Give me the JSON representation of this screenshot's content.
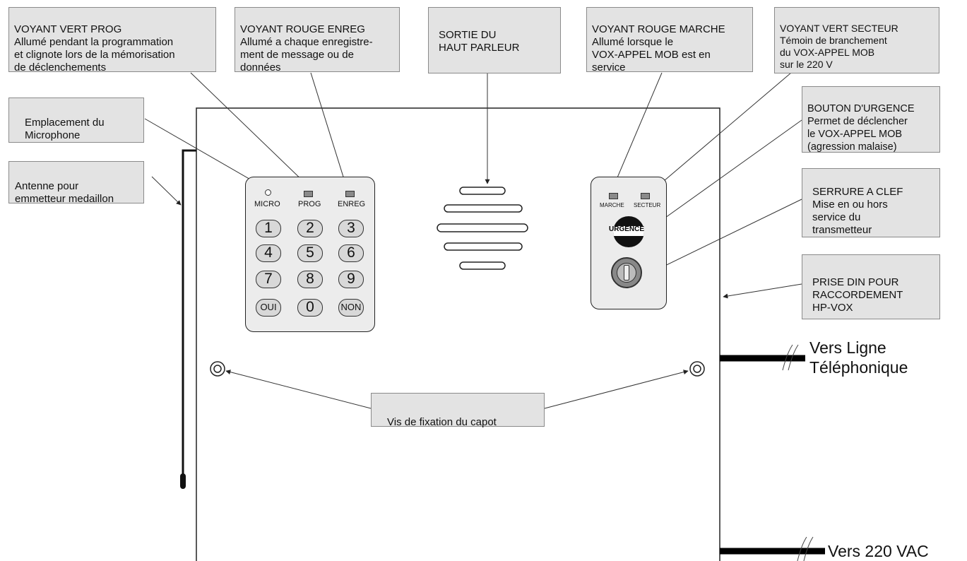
{
  "labels": {
    "voyant_vert_prog": {
      "title": "VOYANT VERT PROG",
      "text": "Allumé pendant la programmation\n et clignote lors de la mémorisation\nde déclenchements"
    },
    "voyant_rouge_enreg": {
      "title": "VOYANT ROUGE ENREG",
      "text": "Allumé a chaque enregistre-\nment de message ou de\ndonnées"
    },
    "sortie_hp": {
      "title": "SORTIE DU\nHAUT PARLEUR"
    },
    "voyant_rouge_marche": {
      "title": "VOYANT ROUGE MARCHE",
      "text": "Allumé lorsque le\nVOX-APPEL MOB est en\nservice"
    },
    "voyant_vert_secteur": {
      "title": "VOYANT VERT SECTEUR",
      "text": "Témoin de branchement\ndu VOX-APPEL MOB\nsur le 220 V"
    },
    "microphone": {
      "title": "Emplacement du\nMicrophone"
    },
    "antenne": {
      "title": "Antenne pour\nemmetteur medaillon"
    },
    "bouton_urgence": {
      "title": "BOUTON D'URGENCE",
      "text": "Permet de déclencher\nle VOX-APPEL MOB\n(agression malaise)"
    },
    "serrure": {
      "title": "SERRURE A CLEF",
      "text": "Mise en ou hors\nservice du\ntransmetteur"
    },
    "prise_din": {
      "title": "PRISE DIN POUR\nRACCORDEMENT\nHP-VOX"
    },
    "vis": {
      "title": "Vis de fixation du capot"
    }
  },
  "keypad": {
    "micro_label": "MICRO",
    "prog_label": "PROG",
    "enreg_label": "ENREG",
    "keys": [
      "1",
      "2",
      "3",
      "4",
      "5",
      "6",
      "7",
      "8",
      "9",
      "OUI",
      "0",
      "NON"
    ]
  },
  "right_panel": {
    "marche_label": "MARCHE",
    "secteur_label": "SECTEUR",
    "urgence_label": "URGENCE"
  },
  "connections": {
    "ligne": "Vers Ligne\nTéléphonique",
    "ac": "Vers 220 VAC"
  },
  "colors": {
    "label_bg": "#e3e3e3",
    "panel_bg": "#ececec",
    "line": "#222222"
  }
}
